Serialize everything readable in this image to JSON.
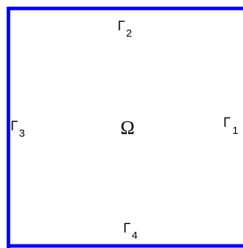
{
  "diagram": {
    "domain_label": "Ω",
    "boundaries": [
      {
        "id": "gamma-1",
        "symbol": "Γ",
        "subscript": "1"
      },
      {
        "id": "gamma-2",
        "symbol": "Γ",
        "subscript": "2"
      },
      {
        "id": "gamma-3",
        "symbol": "Γ",
        "subscript": "3"
      },
      {
        "id": "gamma-4",
        "symbol": "Γ",
        "subscript": "4"
      }
    ],
    "colors": {
      "boundary": "#0000ee",
      "text": "#000000"
    }
  }
}
